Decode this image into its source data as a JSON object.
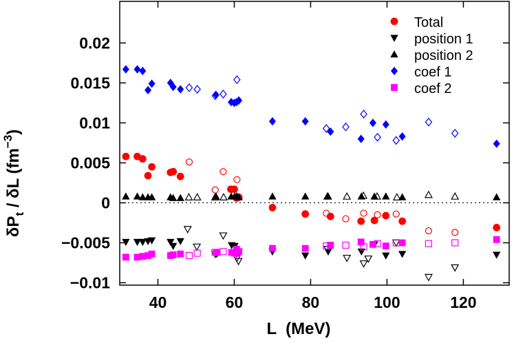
{
  "chart_data": {
    "type": "scatter",
    "title": "",
    "xlabel": "L  (MeV)",
    "ylabel_parts": [
      "δP",
      "t",
      " / δL  (fm",
      "−3",
      ")"
    ],
    "xlim": [
      30,
      132
    ],
    "ylim": [
      -0.0103,
      0.0252
    ],
    "xticks": [
      40,
      60,
      80,
      100,
      120
    ],
    "xtick_labels": [
      "40",
      "60",
      "80",
      "100",
      "120"
    ],
    "yticks": [
      -0.01,
      -0.005,
      0,
      0.005,
      0.01,
      0.015,
      0.02
    ],
    "ytick_labels": [
      "−0.01",
      "−0.005",
      "0",
      "0.005",
      "0.01",
      "0.015",
      "0.02"
    ],
    "zero_line": "dotted",
    "grid": false,
    "legend_position": "top-right",
    "series": [
      {
        "name": "Total",
        "color": "#ff0000",
        "marker": "circle",
        "filled": [
          [
            31.6,
            0.0058
          ],
          [
            34.6,
            0.0058
          ],
          [
            36,
            0.0055
          ],
          [
            37.4,
            0.0034
          ],
          [
            38.4,
            0.0045
          ],
          [
            43.3,
            0.0038
          ],
          [
            44,
            0.0039
          ],
          [
            45.9,
            0.0033
          ],
          [
            59.1,
            0.0017
          ],
          [
            60,
            0.0017
          ],
          [
            60.6,
            0.0006
          ],
          [
            61.2,
            0.0007
          ],
          [
            70,
            -0.0006
          ],
          [
            78.6,
            -0.0014
          ],
          [
            85.2,
            -0.0017
          ],
          [
            93.2,
            -0.0023
          ],
          [
            96.7,
            -0.0022
          ],
          [
            99.7,
            -0.0016
          ],
          [
            104,
            -0.0023
          ],
          [
            128.7,
            -0.0031
          ]
        ],
        "open": [
          [
            48.2,
            0.0051
          ],
          [
            55,
            0.0016
          ],
          [
            57.1,
            0.0039
          ],
          [
            60.7,
            0.0029
          ],
          [
            84.1,
            -0.0013
          ],
          [
            89.2,
            -0.002
          ],
          [
            93.9,
            -0.0013
          ],
          [
            97.5,
            -0.0015
          ],
          [
            102.4,
            -0.0014
          ],
          [
            110.9,
            -0.0035
          ],
          [
            117.8,
            -0.0037
          ]
        ]
      },
      {
        "name": "position 1",
        "color": "#000000",
        "marker": "triangle-down",
        "filled": [
          [
            31.6,
            -0.0049
          ],
          [
            34.6,
            -0.0049
          ],
          [
            36,
            -0.0049
          ],
          [
            37.4,
            -0.0048
          ],
          [
            38.4,
            -0.0047
          ],
          [
            43.3,
            -0.0049
          ],
          [
            44,
            -0.0054
          ],
          [
            45.9,
            -0.0048
          ],
          [
            55.4,
            -0.0064
          ],
          [
            59.3,
            -0.0053
          ],
          [
            60.1,
            -0.0054
          ],
          [
            60.6,
            -0.0064
          ],
          [
            61.2,
            -0.0061
          ],
          [
            70,
            -0.0061
          ],
          [
            78.6,
            -0.0066
          ],
          [
            84.6,
            -0.0061
          ],
          [
            93.3,
            -0.0061
          ],
          [
            96.7,
            -0.0052
          ],
          [
            99.7,
            -0.0066
          ],
          [
            104,
            -0.0064
          ],
          [
            128.7,
            -0.0065
          ]
        ],
        "open": [
          [
            47.8,
            -0.0033
          ],
          [
            50.2,
            -0.0055
          ],
          [
            55,
            -0.0064
          ],
          [
            57.1,
            -0.0041
          ],
          [
            60.7,
            -0.0069
          ],
          [
            61.1,
            -0.0073
          ],
          [
            84.4,
            -0.0058
          ],
          [
            89.5,
            -0.0069
          ],
          [
            93.9,
            -0.0076
          ],
          [
            95.1,
            -0.007
          ],
          [
            102.4,
            -0.005
          ],
          [
            110.9,
            -0.0093
          ],
          [
            117.8,
            -0.0081
          ]
        ]
      },
      {
        "name": "position 2",
        "color": "#000000",
        "marker": "triangle-up",
        "filled": [
          [
            31.6,
            0.0008
          ],
          [
            34.6,
            0.0008
          ],
          [
            36,
            0.0007
          ],
          [
            37.4,
            0.0007
          ],
          [
            38.4,
            0.0007
          ],
          [
            43.3,
            0.0007
          ],
          [
            44,
            0.0006
          ],
          [
            45.9,
            0.0006
          ],
          [
            55.2,
            0.0008
          ],
          [
            59.2,
            0.0008
          ],
          [
            60.1,
            0.0008
          ],
          [
            60.6,
            0.0008
          ],
          [
            61.2,
            0.0007
          ],
          [
            70,
            0.0008
          ],
          [
            78.6,
            0.0008
          ],
          [
            84.6,
            0.0008
          ],
          [
            93.3,
            0.0008
          ],
          [
            96.7,
            0.0008
          ],
          [
            99.7,
            0.0008
          ],
          [
            104,
            0.0007
          ],
          [
            128.7,
            0.0007
          ]
        ],
        "open": [
          [
            48.1,
            0.0007
          ],
          [
            50.3,
            0.0007
          ],
          [
            55,
            0.0007
          ],
          [
            57.2,
            0.0007
          ],
          [
            60.7,
            0.0008
          ],
          [
            84.4,
            0.0008
          ],
          [
            89.5,
            0.0008
          ],
          [
            93.8,
            0.0009
          ],
          [
            97.4,
            0.0008
          ],
          [
            102.6,
            0.0007
          ],
          [
            110.9,
            0.001
          ],
          [
            117.8,
            0.0008
          ]
        ]
      },
      {
        "name": "coef 1",
        "color": "#0000ff",
        "marker": "diamond",
        "filled": [
          [
            31.6,
            0.0167
          ],
          [
            34.6,
            0.0167
          ],
          [
            36,
            0.0165
          ],
          [
            37.4,
            0.0141
          ],
          [
            38.4,
            0.0149
          ],
          [
            43.3,
            0.015
          ],
          [
            44,
            0.0145
          ],
          [
            45.9,
            0.0142
          ],
          [
            55.2,
            0.0135
          ],
          [
            59.2,
            0.0126
          ],
          [
            60,
            0.0125
          ],
          [
            60.6,
            0.0126
          ],
          [
            61.2,
            0.0128
          ],
          [
            70,
            0.0102
          ],
          [
            78.6,
            0.0102
          ],
          [
            85.2,
            0.0089
          ],
          [
            93.2,
            0.008
          ],
          [
            96.3,
            0.01
          ],
          [
            99.7,
            0.0098
          ],
          [
            104,
            0.0083
          ],
          [
            128.7,
            0.0074
          ]
        ],
        "open": [
          [
            48.2,
            0.0144
          ],
          [
            50.3,
            0.0142
          ],
          [
            55,
            0.0134
          ],
          [
            57.1,
            0.0136
          ],
          [
            60.7,
            0.0154
          ],
          [
            84.1,
            0.0093
          ],
          [
            89.2,
            0.0095
          ],
          [
            93.9,
            0.0111
          ],
          [
            97.5,
            0.0082
          ],
          [
            102.4,
            0.0078
          ],
          [
            110.9,
            0.0101
          ],
          [
            117.8,
            0.0087
          ]
        ]
      },
      {
        "name": "coef 2",
        "color": "#ff00ff",
        "marker": "square",
        "filled": [
          [
            31.6,
            -0.0068
          ],
          [
            34.6,
            -0.0068
          ],
          [
            36,
            -0.0067
          ],
          [
            37.4,
            -0.0066
          ],
          [
            38.4,
            -0.0064
          ],
          [
            43.3,
            -0.0066
          ],
          [
            44,
            -0.0065
          ],
          [
            45.9,
            -0.0064
          ],
          [
            55.4,
            -0.0062
          ],
          [
            59.3,
            -0.0062
          ],
          [
            60.1,
            -0.0063
          ],
          [
            60.6,
            -0.0058
          ],
          [
            61.2,
            -0.0061
          ],
          [
            70,
            -0.0057
          ],
          [
            78.6,
            -0.0057
          ],
          [
            85.2,
            -0.0053
          ],
          [
            93.2,
            -0.0049
          ],
          [
            96.3,
            -0.0052
          ],
          [
            99.7,
            -0.0054
          ],
          [
            104,
            -0.005
          ],
          [
            128.7,
            -0.0046
          ]
        ],
        "open": [
          [
            48.2,
            -0.0066
          ],
          [
            50.3,
            -0.0063
          ],
          [
            55,
            -0.0062
          ],
          [
            57.1,
            -0.0061
          ],
          [
            60.7,
            -0.0063
          ],
          [
            84.1,
            -0.0054
          ],
          [
            89.2,
            -0.0053
          ],
          [
            93.9,
            -0.0055
          ],
          [
            97.5,
            -0.0051
          ],
          [
            102.4,
            -0.005
          ],
          [
            110.9,
            -0.0051
          ],
          [
            117.8,
            -0.005
          ]
        ]
      }
    ]
  }
}
